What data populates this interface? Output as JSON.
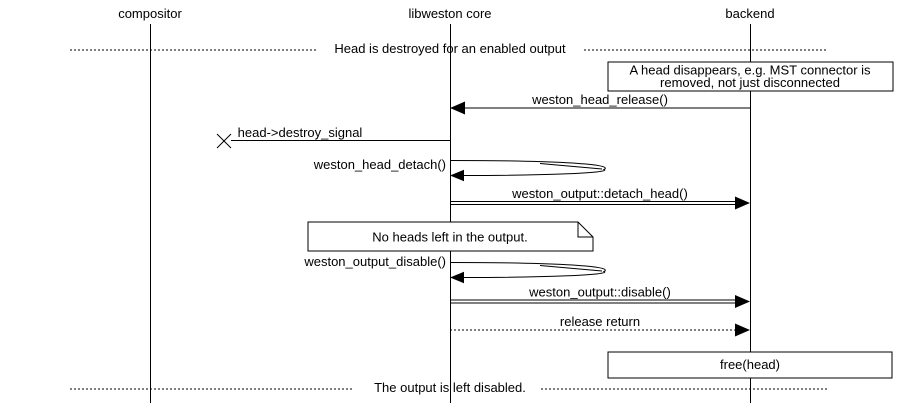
{
  "diagram": {
    "type": "sequence-diagram",
    "colors": {
      "foreground": "#000000",
      "background": "#ffffff"
    },
    "actors": [
      {
        "label": "compositor"
      },
      {
        "label": "libweston core"
      },
      {
        "label": "backend"
      }
    ],
    "dividers": [
      {
        "label": "Head is destroyed for an enabled output"
      },
      {
        "label": "The output is left disabled."
      }
    ],
    "notes": [
      {
        "type": "box",
        "lines": [
          "A head disappears, e.g. MST connector is",
          "removed, not just disconnected"
        ]
      },
      {
        "type": "note",
        "lines": [
          "No heads left in the output."
        ]
      },
      {
        "type": "box",
        "lines": [
          "free(head)"
        ]
      }
    ],
    "messages": [
      {
        "label": "weston_head_release()",
        "from": "backend",
        "to": "libweston core",
        "style": "solid-arrow"
      },
      {
        "label": "head->destroy_signal",
        "from": "libweston core",
        "to": "compositor",
        "style": "lost-message"
      },
      {
        "label": "weston_head_detach()",
        "from": "libweston core",
        "to": "libweston core",
        "style": "self-call"
      },
      {
        "label": "weston_output::detach_head()",
        "from": "libweston core",
        "to": "backend",
        "style": "double-line-arrow"
      },
      {
        "label": "weston_output_disable()",
        "from": "libweston core",
        "to": "libweston core",
        "style": "self-call"
      },
      {
        "label": "weston_output::disable()",
        "from": "libweston core",
        "to": "backend",
        "style": "double-line-arrow"
      },
      {
        "label": "release return",
        "from": "libweston core",
        "to": "backend",
        "style": "dotted-arrow"
      }
    ]
  }
}
